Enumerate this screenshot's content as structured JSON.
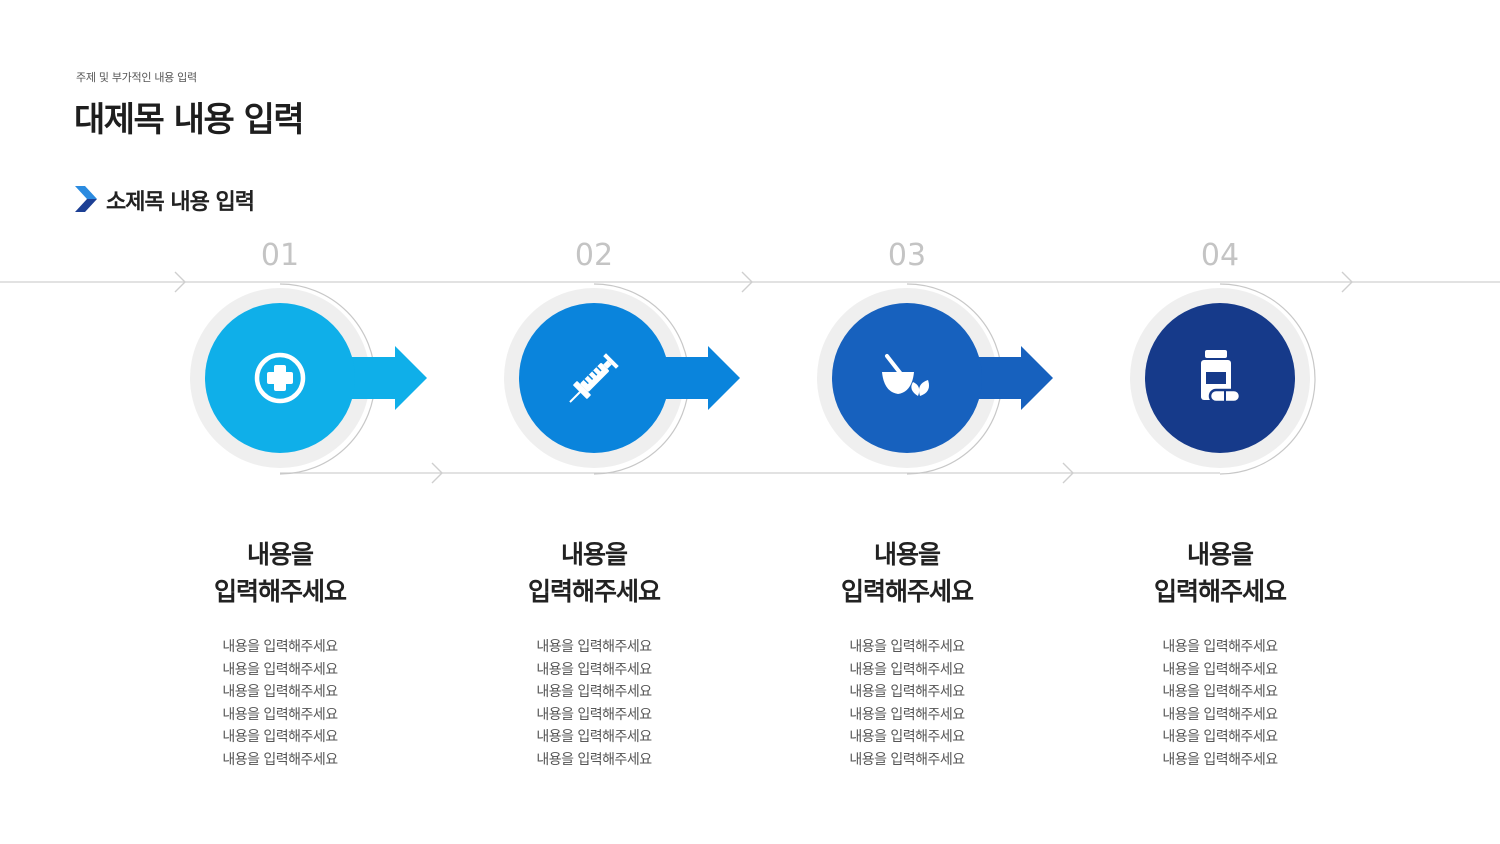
{
  "header": {
    "kicker": "주제 및 부가적인 내용 입력",
    "title": "대제목 내용 입력",
    "subtitle": "소제목 내용 입력"
  },
  "colors": {
    "step1": "#0fafe9",
    "step2": "#0a84dc",
    "step3": "#1761be",
    "step4": "#163a8a",
    "line": "#d0d0d0",
    "ring": "#efefef",
    "number": "#c4c4c4",
    "chevron_dark": "#1c3f94",
    "chevron_light": "#2b8be0"
  },
  "steps": [
    {
      "number": "01",
      "icon": "medical-cross-icon",
      "heading": [
        "내용을",
        "입력해주세요"
      ],
      "lines": [
        "내용을 입력해주세요",
        "내용을 입력해주세요",
        "내용을 입력해주세요",
        "내용을 입력해주세요",
        "내용을 입력해주세요",
        "내용을 입력해주세요"
      ]
    },
    {
      "number": "02",
      "icon": "syringe-icon",
      "heading": [
        "내용을",
        "입력해주세요"
      ],
      "lines": [
        "내용을 입력해주세요",
        "내용을 입력해주세요",
        "내용을 입력해주세요",
        "내용을 입력해주세요",
        "내용을 입력해주세요",
        "내용을 입력해주세요"
      ]
    },
    {
      "number": "03",
      "icon": "mortar-herb-icon",
      "heading": [
        "내용을",
        "입력해주세요"
      ],
      "lines": [
        "내용을 입력해주세요",
        "내용을 입력해주세요",
        "내용을 입력해주세요",
        "내용을 입력해주세요",
        "내용을 입력해주세요",
        "내용을 입력해주세요"
      ]
    },
    {
      "number": "04",
      "icon": "medicine-bottle-icon",
      "heading": [
        "내용을",
        "입력해주세요"
      ],
      "lines": [
        "내용을 입력해주세요",
        "내용을 입력해주세요",
        "내용을 입력해주세요",
        "내용을 입력해주세요",
        "내용을 입력해주세요",
        "내용을 입력해주세요"
      ]
    }
  ]
}
